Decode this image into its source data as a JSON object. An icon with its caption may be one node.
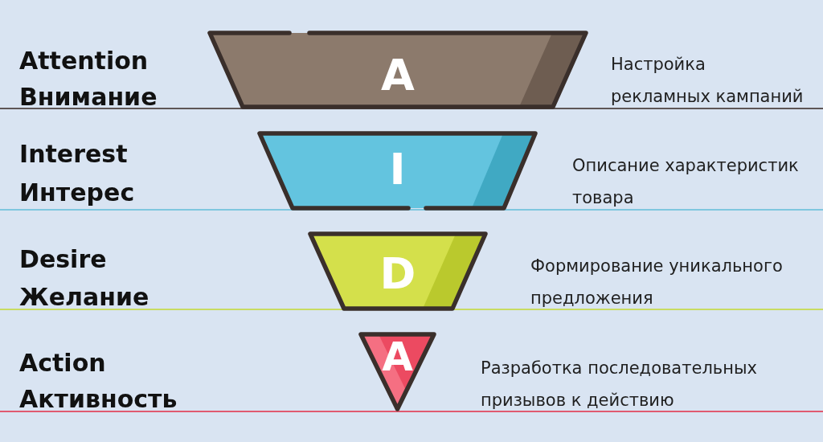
{
  "diagram": {
    "nodes": [
      {
        "text": [
          "A"
        ],
        "beside": [
          "Attention",
          "Внимание",
          "Настройка рекламных кампаний"
        ]
      },
      {
        "text": [
          "I"
        ],
        "beside": [
          "Interest",
          "Интерес",
          "Описание характеристик товара"
        ]
      },
      {
        "text": [
          "D"
        ],
        "beside": [
          "Desire",
          "Желание",
          "Формирование уникального предложения"
        ]
      },
      {
        "text": [
          "A"
        ],
        "beside": [
          "Action",
          "Активность",
          "Разработка последовательных призывов к действию"
        ]
      }
    ]
  }
}
